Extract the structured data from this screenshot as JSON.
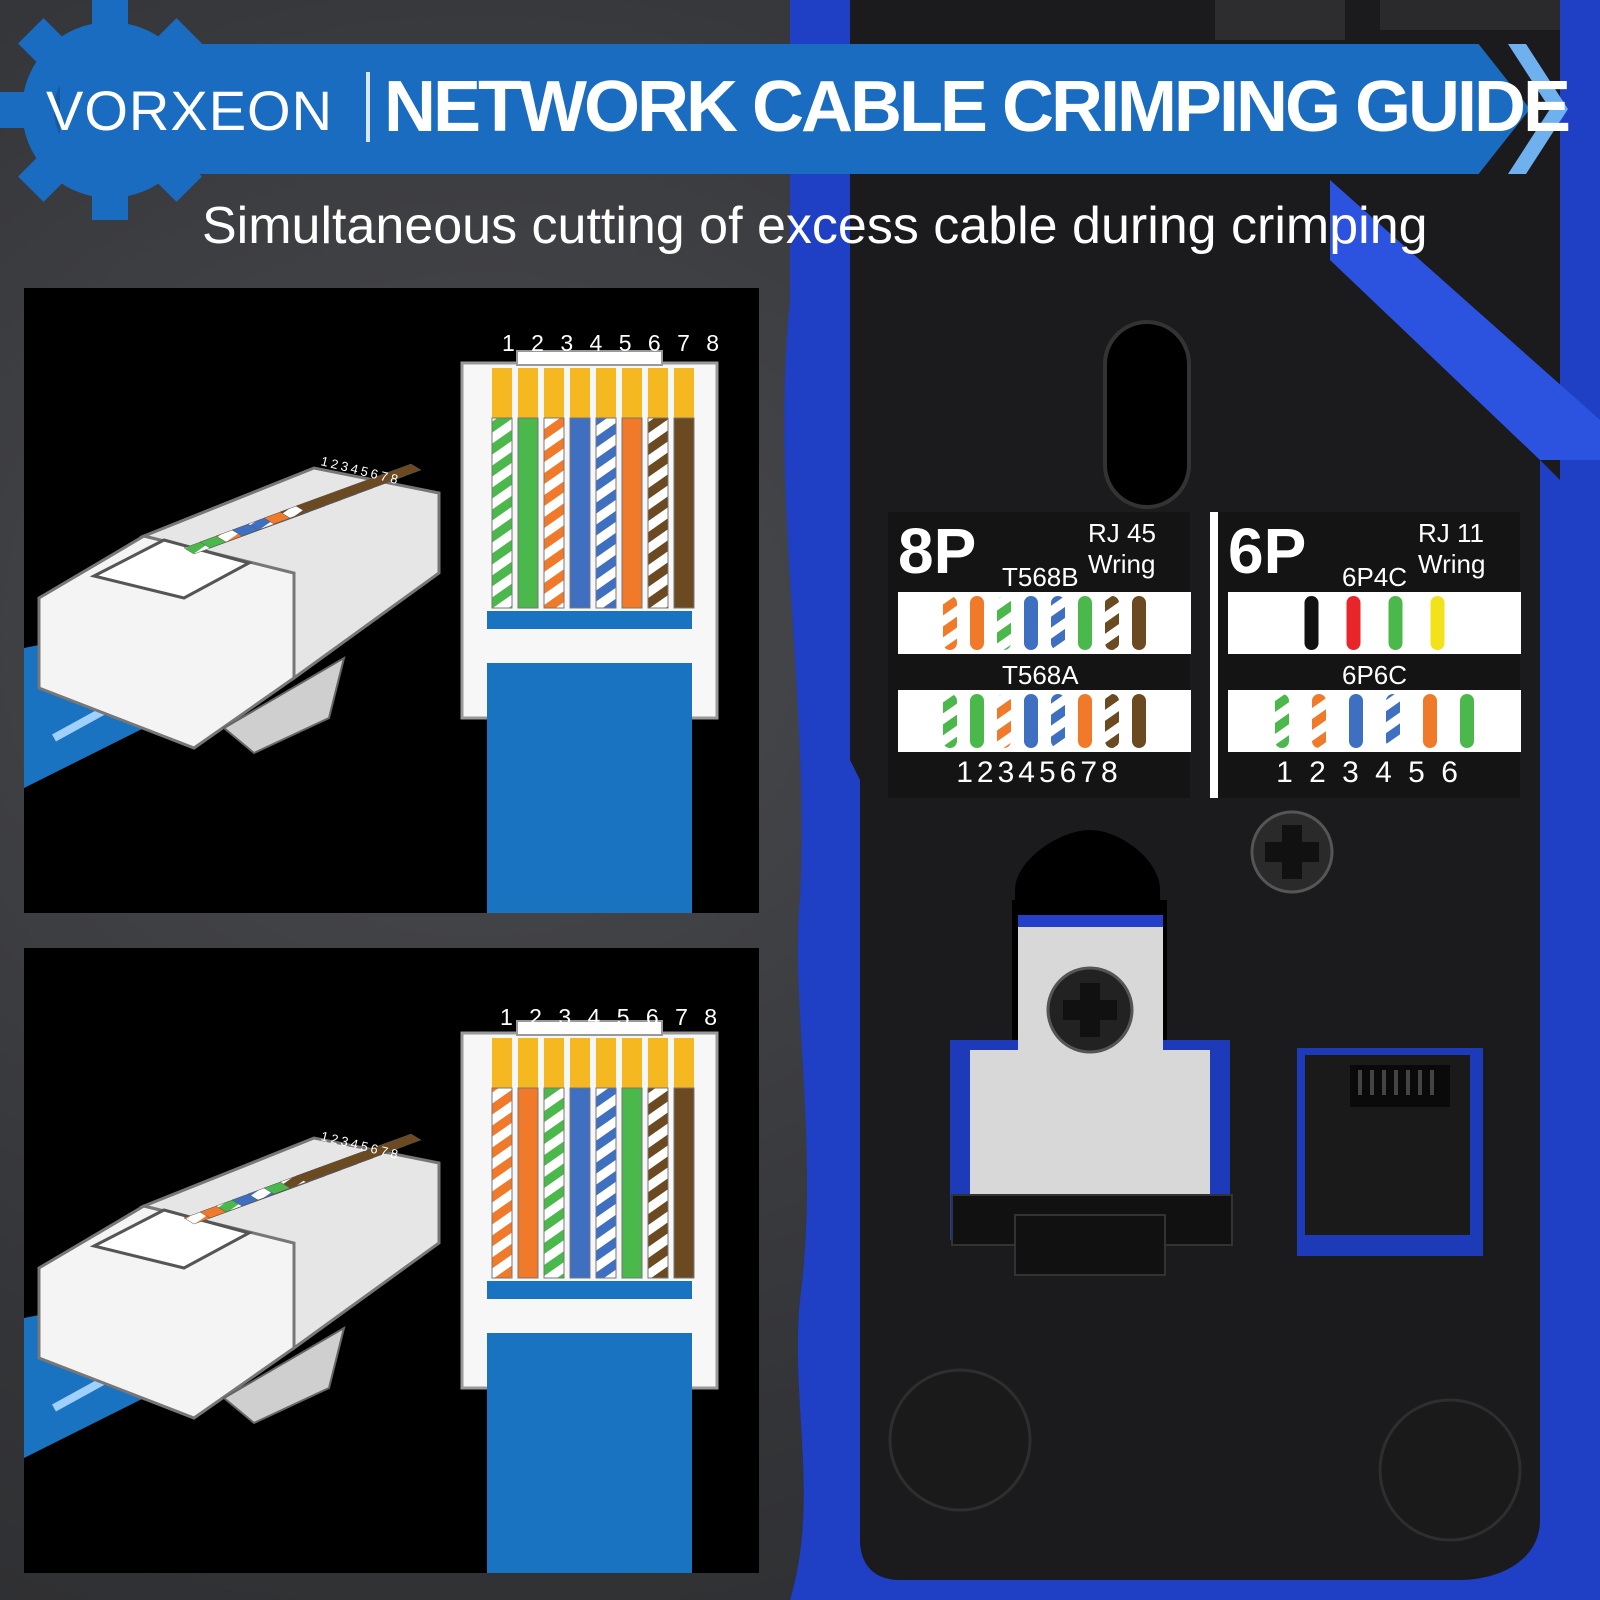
{
  "header": {
    "brand": "VORXEON",
    "title": "NETWORK CABLE CRIMPING GUIDE",
    "subtitle": "Simultaneous cutting of excess cable during crimping"
  },
  "panel_top": {
    "pin_numbers": "1 2 3 4 5 6 7 8",
    "small_numbers": "12345678",
    "wires": [
      "white-green",
      "green",
      "white-orange",
      "blue",
      "white-blue",
      "orange",
      "white-brown",
      "brown"
    ]
  },
  "panel_bottom": {
    "pin_numbers": "1 2 3 4 5 6 7 8",
    "small_numbers": "12345678",
    "wires": [
      "white-orange",
      "orange",
      "white-green",
      "blue",
      "white-blue",
      "green",
      "white-brown",
      "brown"
    ]
  },
  "card_8p": {
    "heading": "8P",
    "connector": "RJ 45",
    "wiring": "Wring",
    "std_top": "T568B",
    "std_bottom": "T568A",
    "numbers": "12345678"
  },
  "card_6p": {
    "heading": "6P",
    "connector": "RJ 11",
    "wiring": "Wring",
    "std_top": "6P4C",
    "std_bottom": "6P6C",
    "numbers": "1 2 3 4 5 6"
  },
  "colors": {
    "banner": "#1a6cc0",
    "tool_blue": "#1f3fc4",
    "cable_blue": "#1a73c0",
    "orange": "#f07a2a",
    "green": "#4ab84a",
    "blue": "#3f6fc0",
    "brown": "#6b4a22",
    "gold": "#f6b820"
  }
}
